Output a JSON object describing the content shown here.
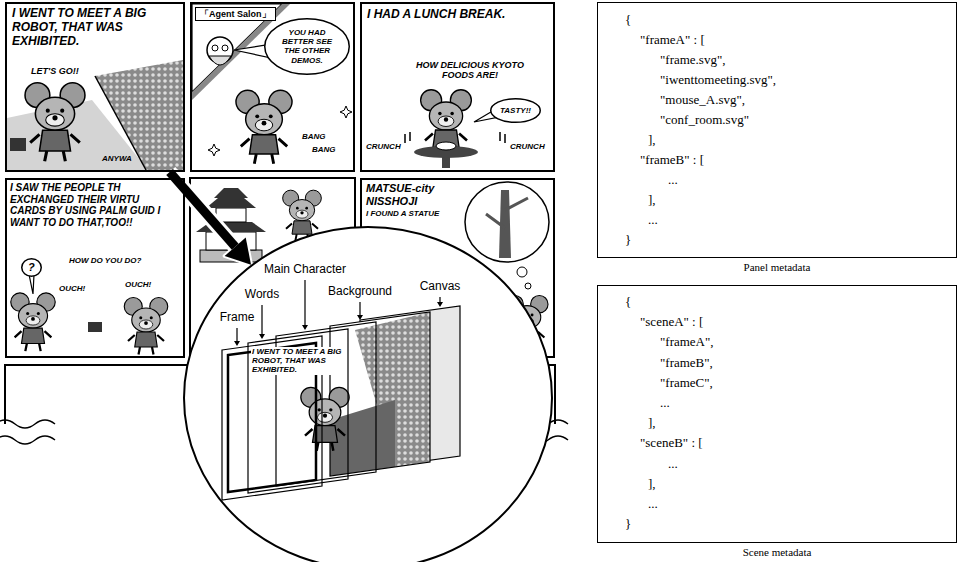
{
  "diagram": {
    "nodes": [
      {
        "text": [
          "I WENT TO MEET A BIG ROBOT, THAT WAS EXHIBITED.",
          "LET'S GO!!",
          "ANYWA"
        ]
      },
      {
        "text": [
          "BANG",
          "BANG"
        ]
      },
      {
        "text": [
          "「Agent Salon」"
        ],
        "in": 1
      },
      {
        "text": [
          "YOU HAD BETTER SEE THE OTHER DEMOS."
        ],
        "in": 1
      },
      {
        "text": [
          "I HAD A LUNCH BREAK.",
          "HOW DELICIOUS KYOTO FOODS ARE!",
          "CRUNCH",
          "CRUNCH"
        ]
      },
      {
        "text": [
          "TASTY!!"
        ],
        "in": 4
      },
      {
        "text": [
          "I SAW THE PEOPLE TH EXCHANGED THEIR VIRTU CARDS BY USING PALM GUID I WANT TO DO THAT,TOO!!",
          "HOW DO YOU DO?",
          "OUCH!",
          "OUCH!"
        ]
      },
      {
        "text": [
          "?"
        ],
        "in": 6
      },
      {
        "text": [
          "MATSUE-city NISSHOJI",
          "I FOUND A STATUE"
        ]
      },
      {
        "text": [
          "Main Character",
          "Words",
          "Background",
          "Frame",
          "Canvas",
          "I WENT TO MEET A BIG ROBOT, THAT WAS EXHIBITED."
        ]
      },
      {
        "text": [
          "{",
          "\"frameA\" : [",
          "\"frame.svg\",",
          "\"iwenttomeeting.svg\",",
          "\"mouse_A.svg\",",
          "\"conf_room.svg\"",
          "],",
          "\"frameB\" : [",
          "...",
          "],",
          "...",
          "}",
          "Panel metadata"
        ]
      },
      {
        "text": [
          "{",
          "\"sceneA\" : [",
          "\"frameA\",",
          "\"frameB\",",
          "\"frameC\",",
          "...",
          "],",
          "\"sceneB\" : [",
          "...",
          "],",
          "...",
          "}",
          "Scene metadata"
        ]
      }
    ],
    "edges": [
      {
        "from": 0,
        "to": 9,
        "arrow": "to"
      }
    ]
  }
}
